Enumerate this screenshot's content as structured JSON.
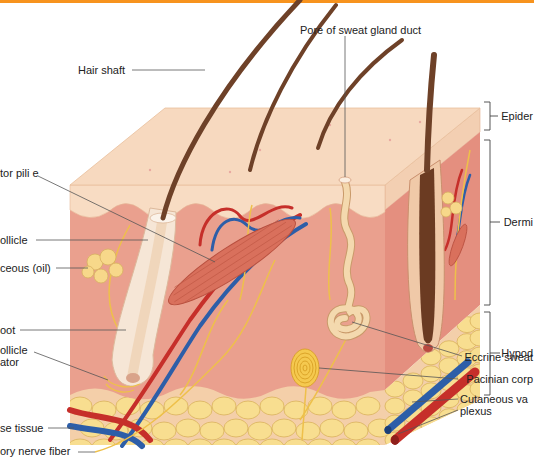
{
  "diagram": {
    "labels": [
      "Hair shaft",
      "Pore of sweat gland duct",
      "Epider",
      "Dermi",
      "Hypod",
      "tor pili e",
      "ollicle",
      "ceous (oil)",
      "oot",
      "ollicle ator",
      "se tissue",
      "ory nerve fiber",
      "Eccrine sweat",
      "Pacinian corp",
      "Cutaneous va plexus"
    ]
  }
}
